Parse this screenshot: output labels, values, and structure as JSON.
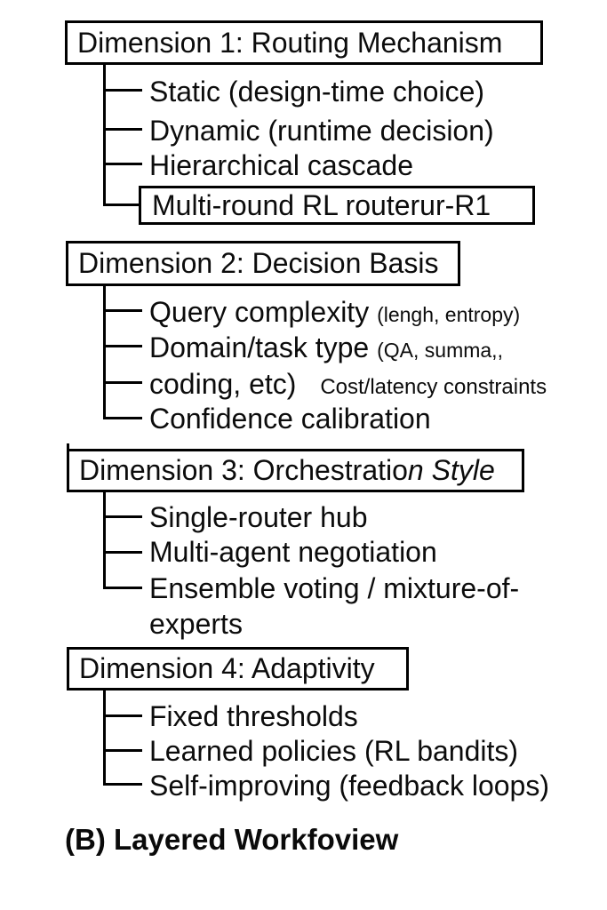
{
  "figure": {
    "caption": "(B) Layered Workfoview",
    "sections": [
      {
        "title": "Dimension 1: Routing Mechanism",
        "items": [
          "Static (design-time choice)",
          "Dynamic (runtime decision)",
          "Hierarchical cascade",
          "Multi-round RL routerur-R1"
        ]
      },
      {
        "title": "Dimension 2: Decision Basis",
        "items_rich": [
          {
            "main": "Query complexity",
            "small": "(lengh, entropy)"
          },
          {
            "main": "Domain/task type",
            "small": "(QA, summa,,"
          },
          {
            "main": "coding, etc)",
            "note": "Cost/latency constraints"
          },
          {
            "main": "Confidence calibration"
          }
        ]
      },
      {
        "title": "Dimension 3: Orchestratio",
        "title_italic": "n Style",
        "items": [
          "Single-router hub",
          "Multi-agent negotiation",
          "Ensemble voting / mixture-of-experts"
        ]
      },
      {
        "title": "Dimension 4: Adaptivity",
        "items": [
          "Fixed thresholds",
          "Learned policies (RL bandits)",
          "Self-improving (feedback loops)"
        ]
      }
    ]
  }
}
